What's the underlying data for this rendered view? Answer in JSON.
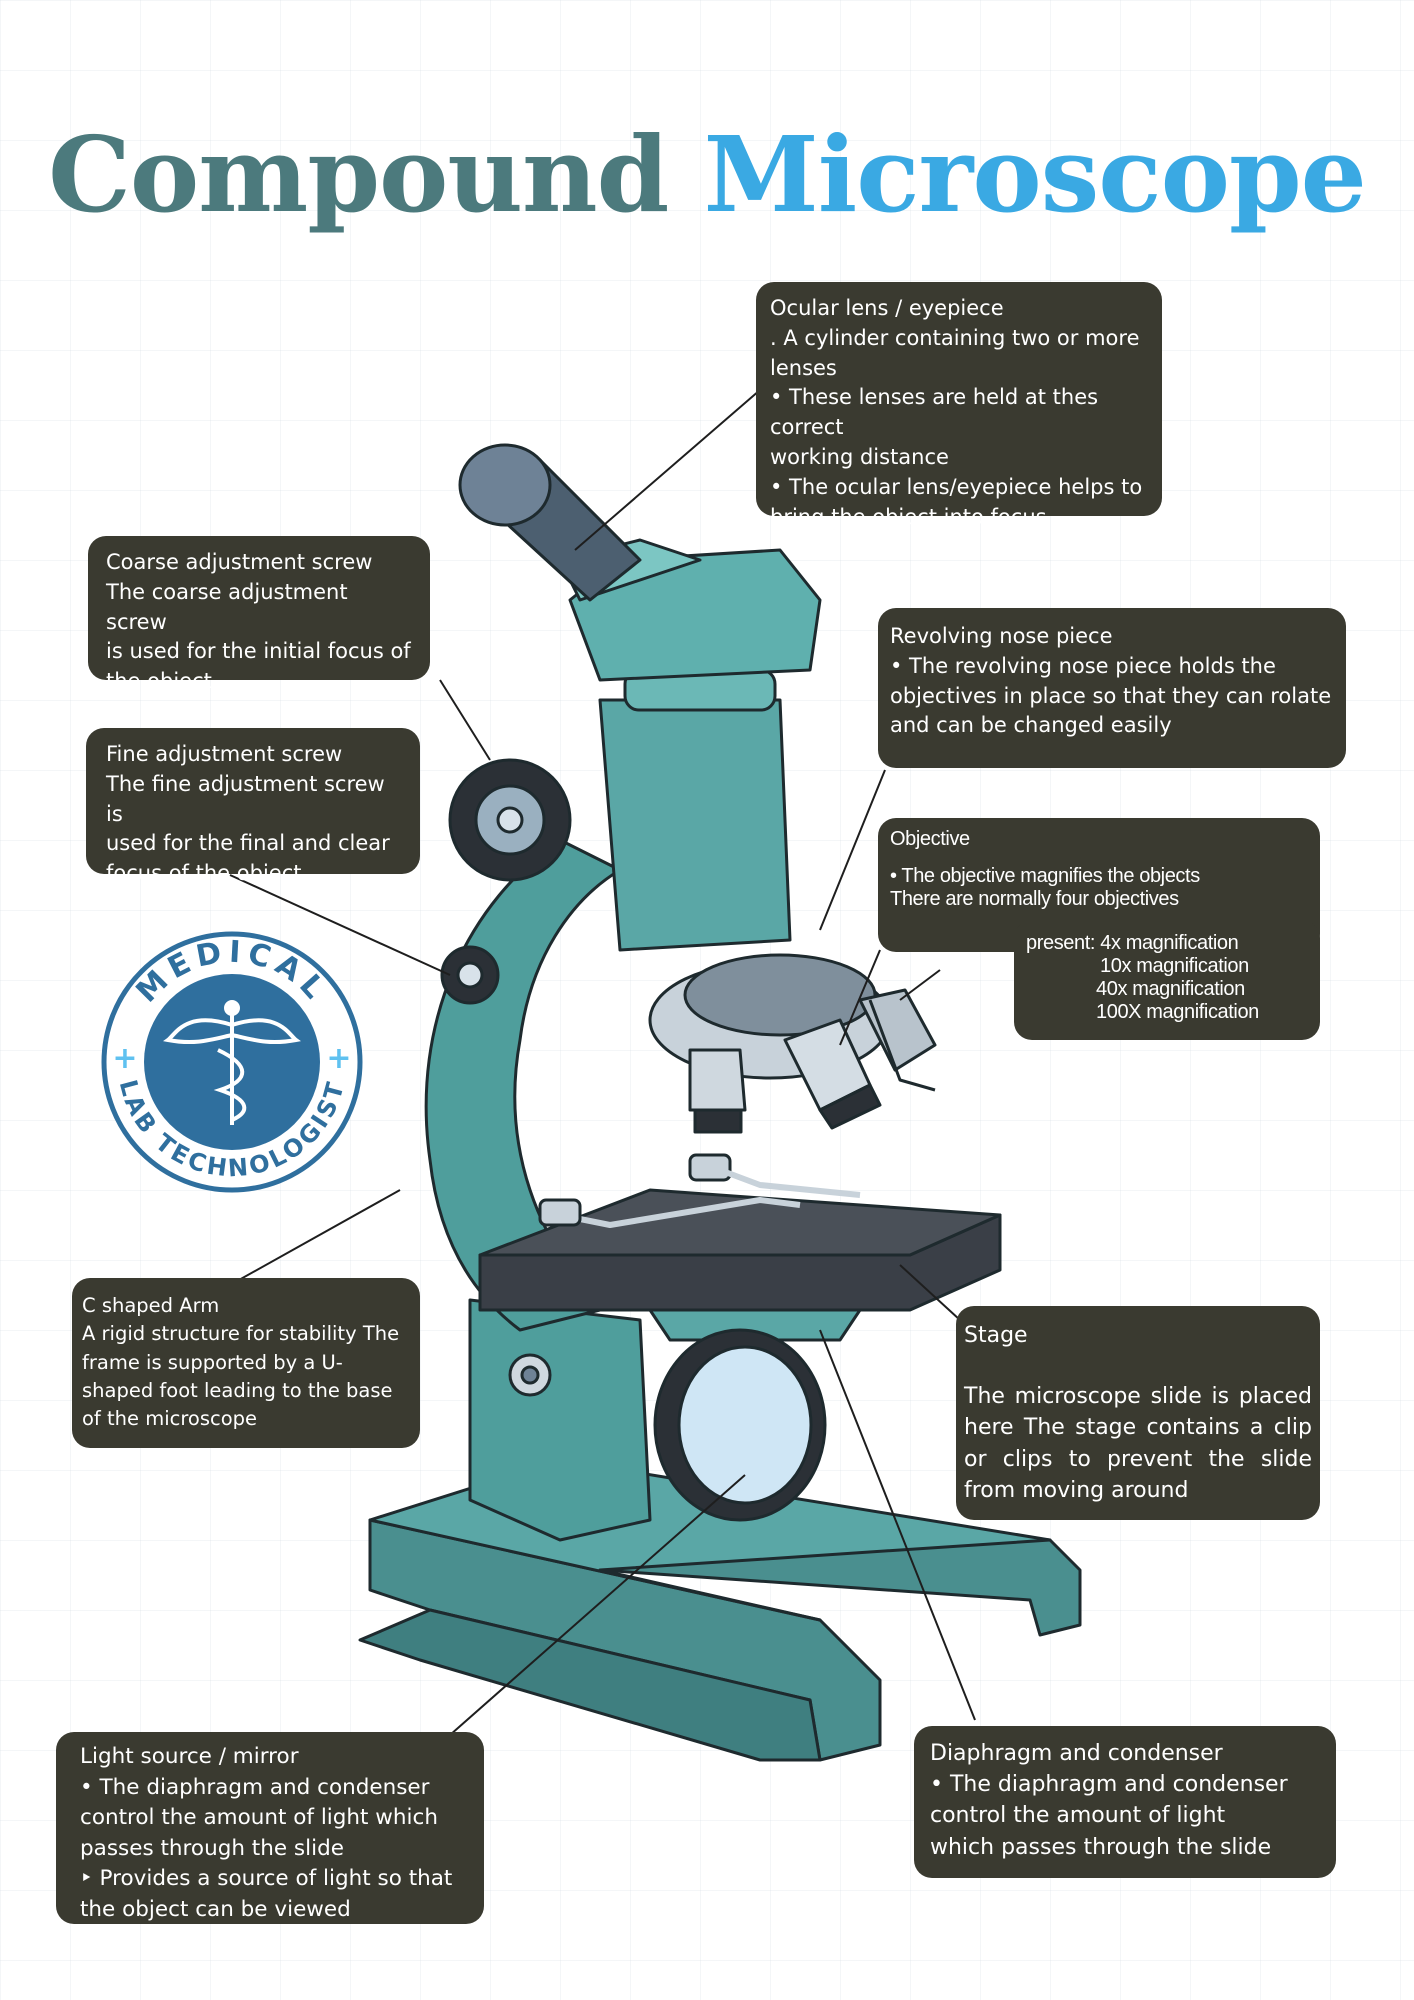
{
  "title": {
    "part1": "Compound",
    "part2": "Microscope"
  },
  "colors": {
    "title_part1": "#4c7a7d",
    "title_part2": "#3aa9e3",
    "label_bg": "#3a3a30",
    "microscope_body": "#4f9e9c",
    "logo": "#2f6f9e"
  },
  "logo": {
    "text_top": "MEDICAL",
    "text_bottom": "LAB TECHNOLOGIST",
    "icon": "caduceus-icon"
  },
  "labels": {
    "ocular": {
      "heading": "Ocular lens / eyepiece",
      "lines": [
        ". A cylinder containing two or more",
        "lenses",
        "• These lenses are held at thes correct",
        "working distance",
        "• The ocular lens/eyepiece helps to",
        "bring the object into focus"
      ]
    },
    "coarse": {
      "heading": "Coarse adjustment screw",
      "lines": [
        "The coarse adjustment screw",
        "is used for the initial focus of",
        "the object"
      ]
    },
    "fine": {
      "heading": "Fine adjustment screw",
      "lines": [
        "The fine adjustment screw is",
        "used for the final and clear",
        "focus of the object"
      ]
    },
    "nosepiece": {
      "heading": "Revolving nose piece",
      "lines": [
        "• The revolving nose piece holds the",
        "objectives in place so that they can rolate",
        "and can be changed easily"
      ]
    },
    "objective": {
      "heading": "Objective",
      "lines": [
        "• The objective magnifies the objects",
        "There are normally four objectives"
      ],
      "present": "present: 4x magnification",
      "magnifications": [
        "10x magnification",
        "40x magnification",
        "100X magnification"
      ]
    },
    "arm": {
      "heading": "C shaped Arm",
      "lines": [
        "A rigid structure for stability The",
        "frame is supported by a U-",
        "shaped foot leading to the base",
        "of the microscope"
      ]
    },
    "stage": {
      "heading": "Stage",
      "body": "The microscope slide is placed here The stage contains a clip or clips to prevent the slide from moving around"
    },
    "light": {
      "heading": "Light source / mirror",
      "lines": [
        "• The diaphragm and condenser",
        "control the amount of light which",
        "passes through the slide",
        "‣ Provides a source of light so that",
        "the object can be viewed"
      ]
    },
    "diaphragm": {
      "heading": "Diaphragm and condenser",
      "lines": [
        "• The diaphragm and condenser",
        "control the amount of light",
        "which passes through the slide"
      ]
    }
  }
}
